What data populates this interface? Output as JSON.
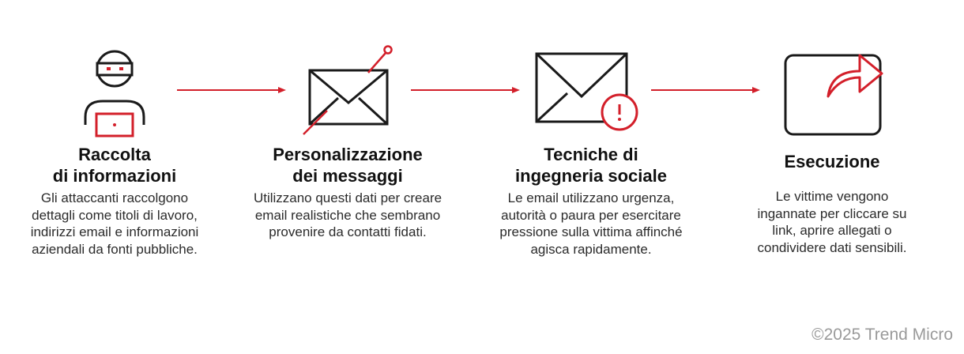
{
  "colors": {
    "accent": "#d31f2a",
    "ink": "#1a1a1a",
    "muted": "#9a9a9a"
  },
  "steps": [
    {
      "icon": "hacker-laptop-icon",
      "title": "Raccolta\ndi informazioni",
      "description": "Gli attaccanti raccolgono\ndettagli come titoli di lavoro,\nindirizzi email e informazioni\naziendali da fonti pubbliche."
    },
    {
      "icon": "targeted-envelope-icon",
      "title": "Personalizzazione\ndei messaggi",
      "description": "Utilizzano questi dati per creare\nemail realistiche che sembrano\nprovenire da contatti fidati."
    },
    {
      "icon": "envelope-alert-icon",
      "title": "Tecniche di\ningegneria sociale",
      "description": "Le email utilizzano urgenza,\nautorità o paura per esercitare\npressione sulla vittima affinché\nagisca rapidamente."
    },
    {
      "icon": "share-arrow-icon",
      "title": "Esecuzione",
      "description": "Le vittime vengono\ningannate per cliccare su\nlink, aprire allegati o\ncondividere dati sensibili."
    }
  ],
  "copyright": "©2025 Trend Micro"
}
